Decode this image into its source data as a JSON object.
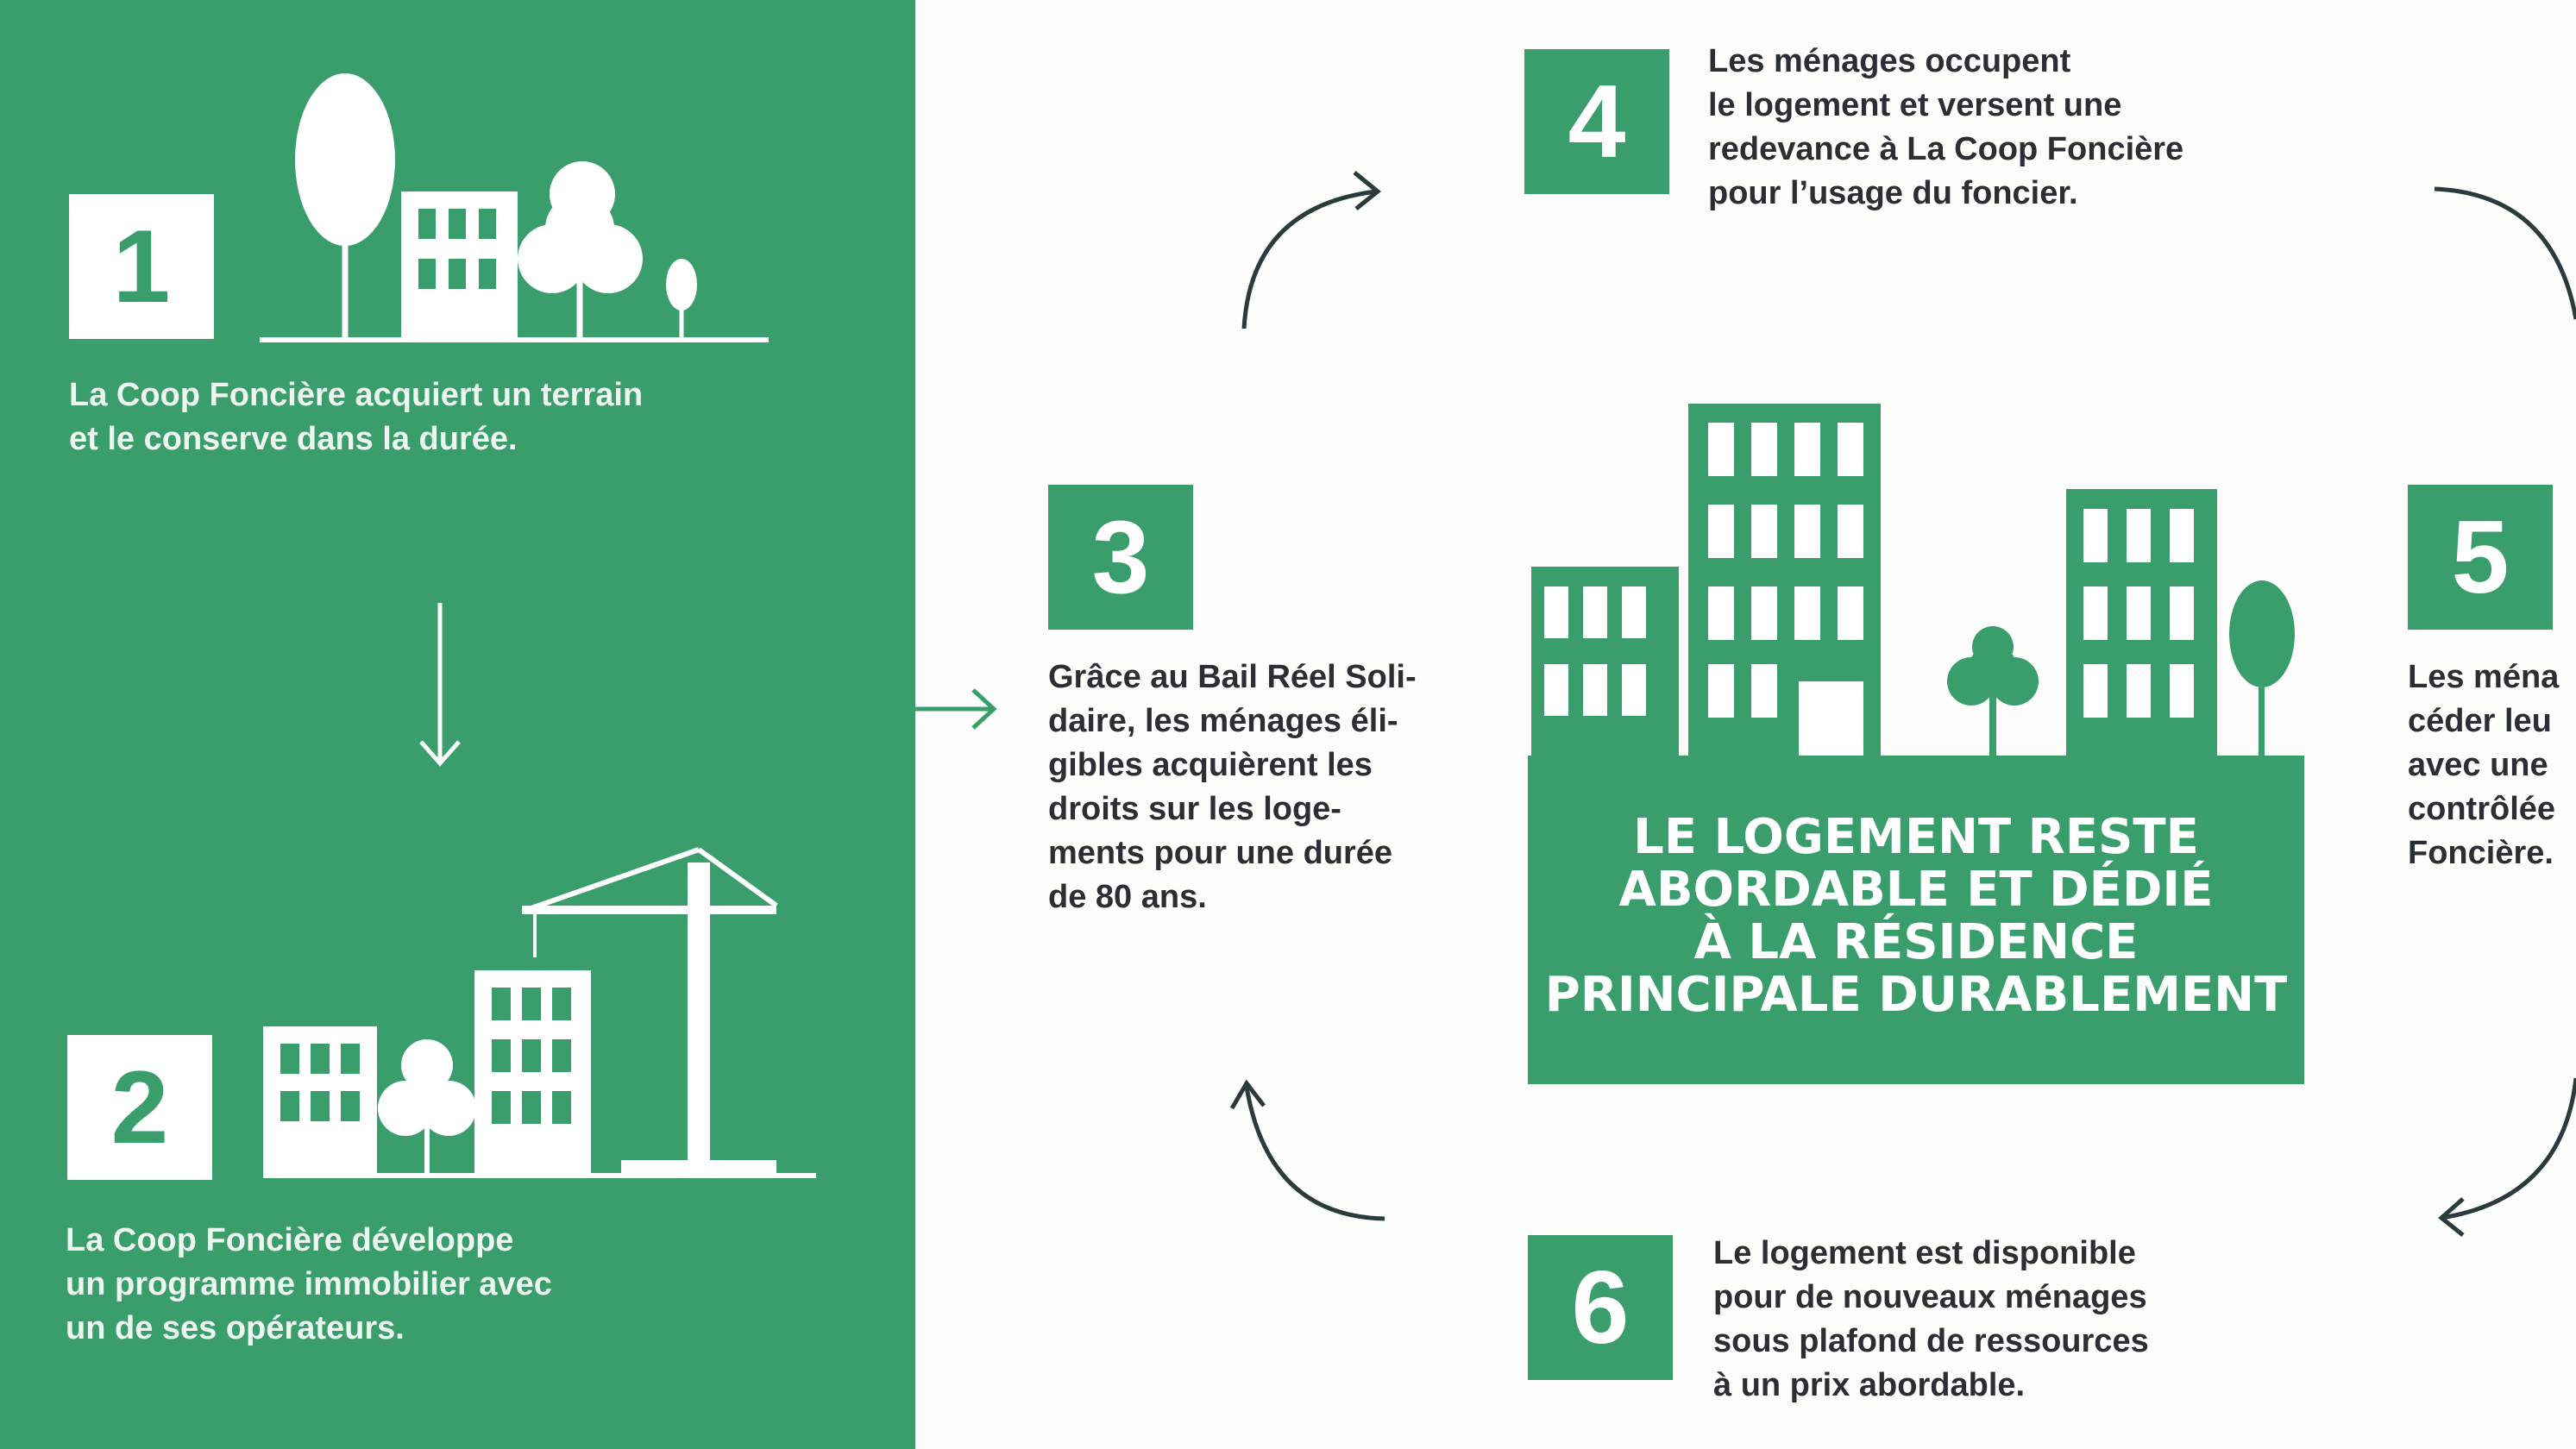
{
  "colors": {
    "green": "#3a9e6c",
    "text": "#2b2e33",
    "white": "#ffffff"
  },
  "steps": [
    {
      "number": "1",
      "text": "La Coop Foncière acquiert un terrain\net le conserve dans la durée."
    },
    {
      "number": "2",
      "text": "La Coop Foncière développe\nun programme immobilier avec\nun de ses opérateurs."
    },
    {
      "number": "3",
      "text": "Grâce au Bail Réel Soli-\ndaire, les ménages éli-\ngibles acquièrent les\ndroits sur les loge-\nments pour une durée\nde 80 ans."
    },
    {
      "number": "4",
      "text": "Les ménages occupent\nle logement et versent une\nredevance à La Coop Foncière\npour l’usage du foncier."
    },
    {
      "number": "5",
      "text": "Les ména\ncéder leu\navec une\ncontrôlée\nFoncière."
    },
    {
      "number": "6",
      "text": "Le logement est disponible\npour de nouveaux ménages\nsous plafond de ressources\nà un prix abordable."
    }
  ],
  "center": {
    "text": "LE LOGEMENT RESTE\nABORDABLE ET DÉDIÉ\nÀ LA RÉSIDENCE\nPRINCIPALE DURABLEMENT"
  }
}
